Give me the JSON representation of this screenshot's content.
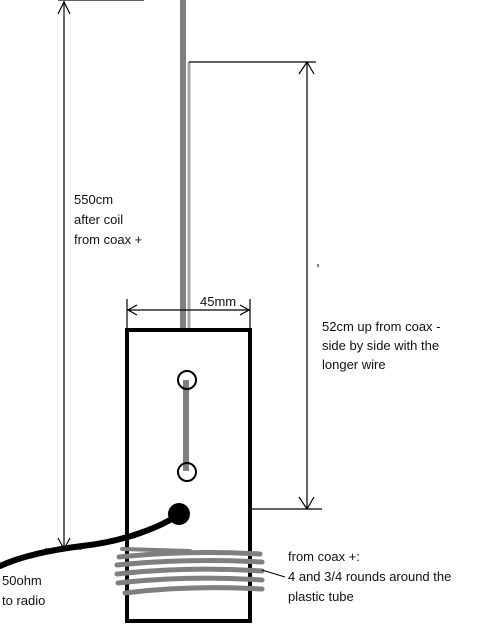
{
  "labels": {
    "long_wire": [
      "550cm",
      "after coil",
      "from coax +"
    ],
    "width": "45mm",
    "short_wire": [
      "52cm up from coax -",
      "side by side with the",
      "longer wire"
    ],
    "radio": [
      "50ohm",
      "to radio"
    ],
    "coil": [
      "from coax +:",
      "4 and 3/4 rounds around the",
      "plastic tube"
    ]
  },
  "colors": {
    "line": "#000000",
    "wire": "#7f7f7f",
    "wire_light": "#a6a6a6",
    "text": "#111111"
  }
}
